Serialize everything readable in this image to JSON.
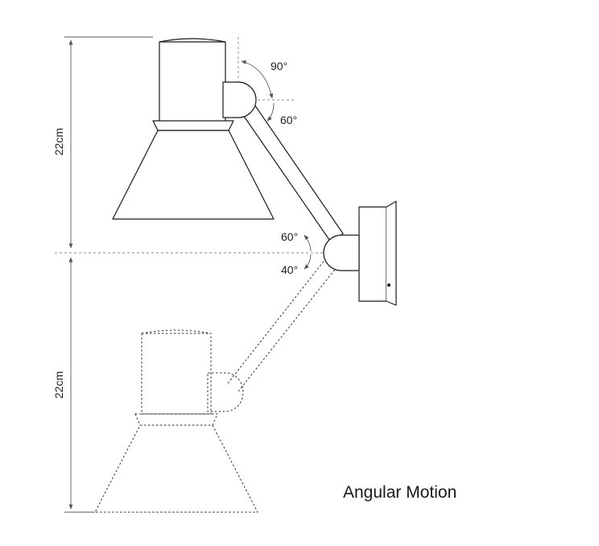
{
  "dimensions": {
    "upper_height": "22cm",
    "lower_height": "22cm"
  },
  "angles": {
    "shade_up": "90°",
    "shade_down": "60°",
    "arm_up": "60°",
    "arm_down": "40°"
  },
  "title": "Angular Motion",
  "colors": {
    "line": "#1a1a1a",
    "dimension": "#555555",
    "guide": "#888888"
  }
}
